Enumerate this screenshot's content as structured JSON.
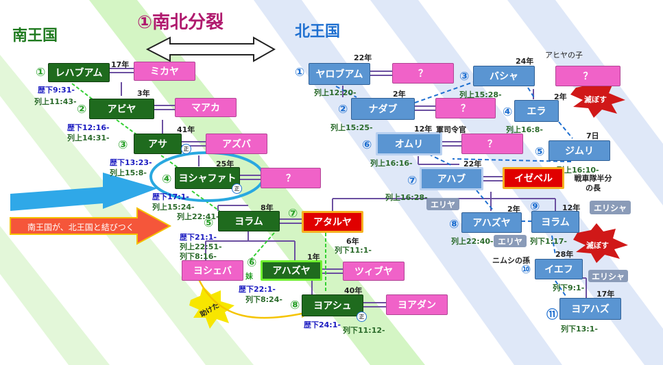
{
  "titles": {
    "main": "①南北分裂",
    "south": "南王国",
    "north": "北王国"
  },
  "south_kings": [
    {
      "num": "①",
      "name": "レハブアム",
      "years": "17年",
      "refs": [
        "歴下9:31-",
        "列上11:43-"
      ],
      "spouse": "ミカヤ"
    },
    {
      "num": "②",
      "name": "アビヤ",
      "years": "3年",
      "refs": [
        "歴下12:16-",
        "列上14:31-"
      ],
      "spouse": "マアカ"
    },
    {
      "num": "③",
      "name": "アサ",
      "years": "41年",
      "refs": [
        "歴下13:23-",
        "列上15:8-"
      ],
      "spouse": "アズバ",
      "badge": "正"
    },
    {
      "num": "④",
      "name": "ヨシャファト",
      "years": "25年",
      "refs": [
        "歴下17:1-",
        "列上15:24-",
        "列上22:41-"
      ],
      "spouse": "？",
      "badge": "正"
    },
    {
      "num": "⑤",
      "name": "ヨラム",
      "years": "8年",
      "refs": [
        "歴下21:1-",
        "列上22:51-",
        "列下8:16-"
      ]
    },
    {
      "num": "⑥",
      "name": "アハズヤ",
      "years": "1年",
      "refs": [
        "歴下22:1-",
        "列下8:24-"
      ],
      "spouse": "ツィブヤ"
    },
    {
      "num": "⑦",
      "name": "アタルヤ",
      "years": "6年",
      "refs": [
        "列下11:1-"
      ]
    },
    {
      "num": "⑧",
      "name": "ヨアシュ",
      "years": "40年",
      "refs": [
        "歴下24:1-",
        "列下11:12-"
      ],
      "spouse": "ヨアダン",
      "badge": "正"
    }
  ],
  "sister": {
    "name": "ヨシェバ",
    "tag": "妹",
    "helped": "助けた"
  },
  "north_kings": [
    {
      "num": "①",
      "name": "ヤロブアム",
      "years": "22年",
      "ref": "列上12:20-",
      "spouse": "？"
    },
    {
      "num": "②",
      "name": "ナダブ",
      "years": "2年",
      "ref": "列上15:25-",
      "spouse": "？"
    },
    {
      "num": "③",
      "name": "バシャ",
      "years": "24年",
      "ref": "列上15:28-",
      "spouse": "？",
      "note": "アヒヤの子"
    },
    {
      "num": "④",
      "name": "エラ",
      "years": "2年",
      "ref": "列上16:8-"
    },
    {
      "num": "⑤",
      "name": "ジムリ",
      "years": "7日",
      "ref": "列上16:10-",
      "note": "戦車隊半分の長"
    },
    {
      "num": "⑥",
      "name": "オムリ",
      "years": "12年",
      "ref": "列上16:16-",
      "spouse": "？",
      "note": "軍司令官"
    },
    {
      "num": "⑦",
      "name": "アハブ",
      "years": "22年",
      "ref": "列上16:28-",
      "spouse": "イゼベル"
    },
    {
      "num": "⑧",
      "name": "アハズヤ",
      "years": "2年",
      "ref": "列上22:40-"
    },
    {
      "num": "⑨",
      "name": "ヨラム",
      "years": "12年",
      "ref": "列下1:17-"
    },
    {
      "num": "⑩",
      "name": "イエフ",
      "years": "28年",
      "ref": "列下9:1-",
      "note": "ニムシの孫"
    },
    {
      "num": "⑪",
      "name": "ヨアハズ",
      "years": "17年",
      "ref": "列下13:1-"
    }
  ],
  "elijah": [
    "エリヤ",
    "エリヤ"
  ],
  "elisha": [
    "エリシャ",
    "エリシャ"
  ],
  "destroy": [
    "滅ぼす",
    "滅ぼす"
  ],
  "arrow_text": "南王国が、北王国と結びつく",
  "colors": {
    "dark_green": "#1f6b1e",
    "pink": "#f062c8",
    "blue": "#5a95d2",
    "red": "#e00000",
    "gray": "#8a9bb8",
    "purple": "#6b4fa0"
  }
}
